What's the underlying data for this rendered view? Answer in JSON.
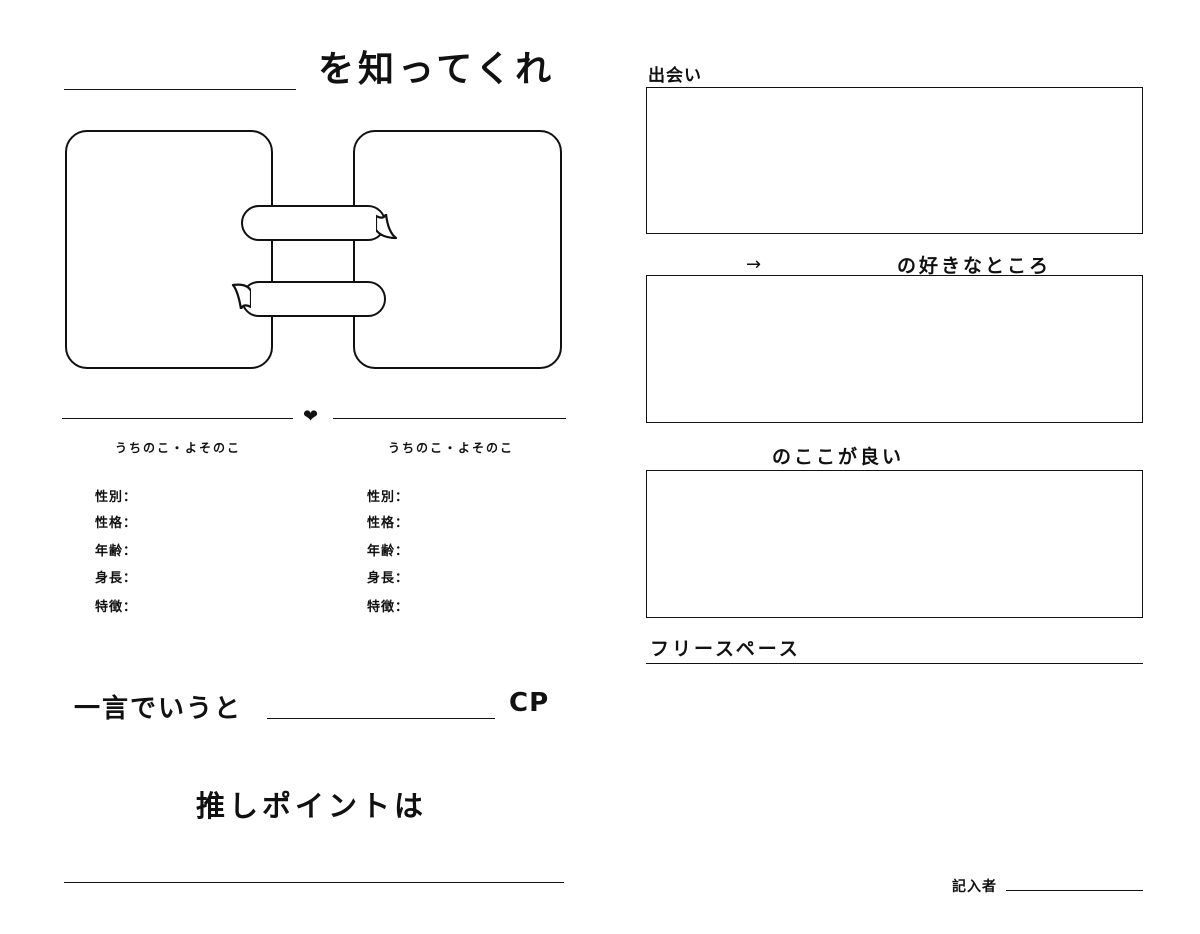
{
  "header": {
    "title": "を知ってくれ"
  },
  "characters": [
    {
      "label": "うちのこ・よそのこ",
      "fields": [
        "性別：",
        "性格：",
        "年齢：",
        "身長：",
        "特徴："
      ]
    },
    {
      "label": "うちのこ・よそのこ",
      "fields": [
        "性別：",
        "性格：",
        "年齢：",
        "身長：",
        "特徴："
      ]
    }
  ],
  "divider": {
    "icon": "heart-icon",
    "glyph": "❤"
  },
  "summary": {
    "prefix": "一言でいうと",
    "suffix": "CP"
  },
  "recommend": {
    "title": "推しポイントは"
  },
  "right": {
    "meeting": "出会い",
    "arrow": "→",
    "likes": "の好きなところ",
    "good": "のここが良い",
    "free": "フリースペース",
    "writer": "記入者"
  }
}
